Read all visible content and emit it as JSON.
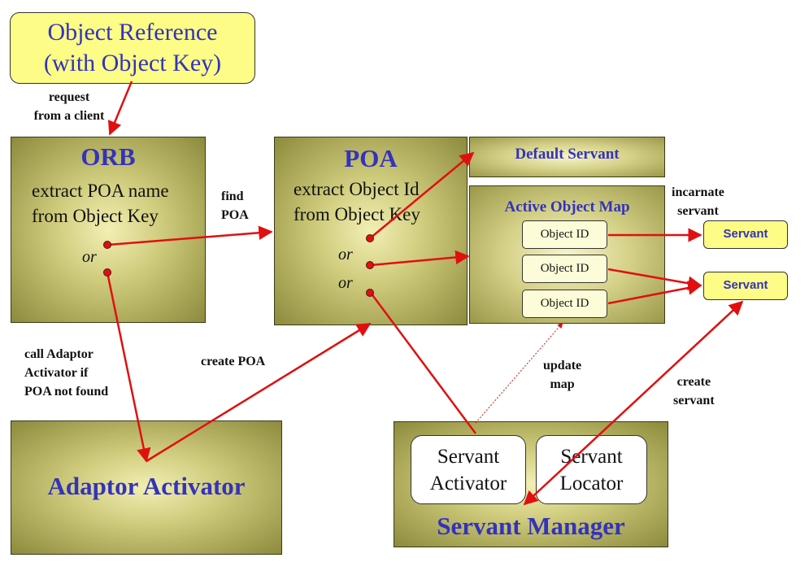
{
  "object_reference": {
    "line1": "Object Reference",
    "line2": "(with Object Key)"
  },
  "orb": {
    "title": "ORB",
    "line1": "extract POA name",
    "line2": "from Object Key",
    "or": "or"
  },
  "poa": {
    "title": "POA",
    "line1": "extract Object Id",
    "line2": "from Object Key",
    "or1": "or",
    "or2": "or"
  },
  "default_servant": {
    "title": "Default Servant"
  },
  "active_object_map": {
    "title": "Active Object Map",
    "entries": [
      "Object ID",
      "Object ID",
      "Object ID"
    ]
  },
  "servants": [
    "Servant",
    "Servant"
  ],
  "adaptor_activator": {
    "title": "Adaptor Activator"
  },
  "servant_manager": {
    "title": "Servant Manager",
    "activator": [
      "Servant",
      "Activator"
    ],
    "locator": [
      "Servant",
      "Locator"
    ]
  },
  "labels": {
    "request": [
      "request",
      "from a client"
    ],
    "find_poa": [
      "find",
      "POA"
    ],
    "call_adaptor": [
      "call Adaptor",
      "Activator if",
      "POA not found"
    ],
    "create_poa": "create POA",
    "incarnate": [
      "incarnate",
      "servant"
    ],
    "update_map": [
      "update",
      "map"
    ],
    "create_servant": [
      "create",
      "servant"
    ]
  },
  "colors": {
    "arrow": "#e01010",
    "title": "#3333bb",
    "yellow": "#fcfc86"
  }
}
